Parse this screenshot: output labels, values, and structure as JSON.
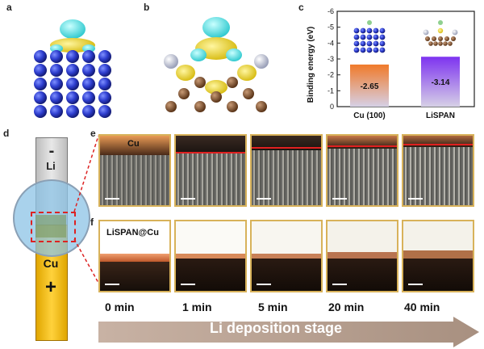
{
  "panels": {
    "a": "a",
    "b": "b",
    "c": "c",
    "d": "d",
    "e": "e",
    "f": "f"
  },
  "chart_data": {
    "type": "bar",
    "categories": [
      "Cu (100)",
      "LiSPAN"
    ],
    "values": [
      -2.65,
      -3.14
    ],
    "value_labels": [
      "-2.65",
      "-3.14"
    ],
    "ylabel": "Binding energy (eV)",
    "ylim": [
      0,
      -6
    ],
    "yticks": [
      "0",
      "-1",
      "-2",
      "-3",
      "-4",
      "-5",
      "-6"
    ],
    "bar_colors": [
      "#f07a2a",
      "#7d33f0"
    ]
  },
  "cell_d": {
    "minus": "-",
    "li": "Li",
    "cu": "Cu",
    "plus": "+"
  },
  "row_e": {
    "label": "Cu"
  },
  "row_f": {
    "label": "LiSPAN@Cu"
  },
  "times": [
    "0 min",
    "1 min",
    "5 min",
    "20 min",
    "40 min"
  ],
  "stage_arrow": {
    "label": "Li deposition stage"
  }
}
